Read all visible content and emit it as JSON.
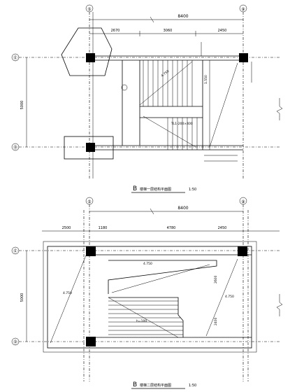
{
  "plan_top": {
    "title_letter": "B",
    "title_text": "楼梯一层结构平面图",
    "scale": "1:50",
    "grid_x": [
      "⑤",
      "⑨"
    ],
    "grid_y": [
      "Ⓔ",
      "Ⓓ"
    ],
    "overall_dim": "8400",
    "sub_dims": [
      "2670",
      "3060",
      "2450"
    ],
    "side_dim": "5000",
    "level_label": "4.750",
    "beam_label": "1.550",
    "beam_label_2": "TL1-200×400"
  },
  "plan_bottom": {
    "title_letter": "B",
    "title_text": "楼梯二层结构平面图",
    "scale": "1:50",
    "grid_x": [
      "⑤",
      "⑨"
    ],
    "grid_y": [
      "Ⓔ",
      "Ⓓ"
    ],
    "overall_dim": "8400",
    "sub_dims": [
      "2500",
      "1180",
      "4780",
      "2450"
    ],
    "side_dim": "5000",
    "level_label": "4.750",
    "level_label_2": "4.750",
    "level_label_3": "4.750",
    "slab_label": "h=100",
    "span_label": "2600",
    "span_label_2": "2400"
  },
  "icons": {
    "break_mark": "break-line-icon",
    "grid_bubble": "grid-axis-bubble-icon"
  }
}
